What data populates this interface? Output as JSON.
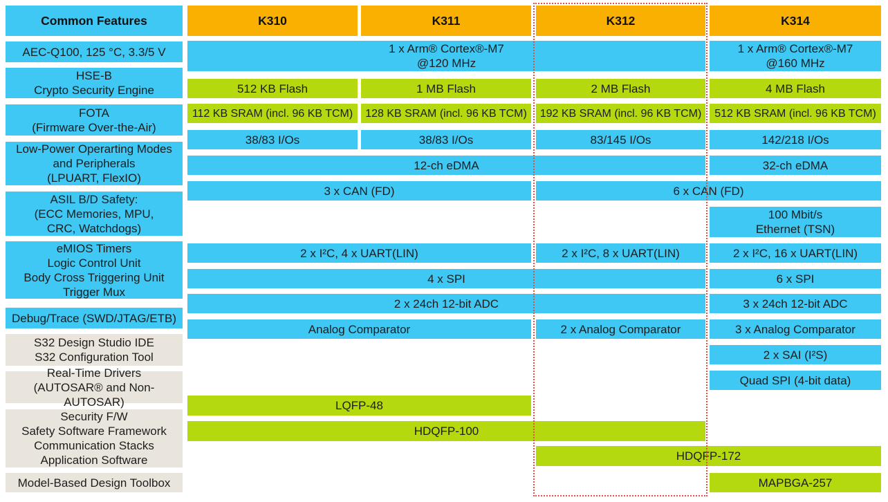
{
  "colors": {
    "cyan": "#3fc8f4",
    "orange": "#f9b000",
    "lime": "#b5d90f",
    "beige": "#eae5dc",
    "highlight_border": "#e0503f"
  },
  "corner": {
    "title": "Common Features"
  },
  "products": [
    {
      "label": "K310"
    },
    {
      "label": "K311"
    },
    {
      "label": "K312"
    },
    {
      "label": "K314"
    }
  ],
  "features": [
    {
      "lines": [
        "AEC-Q100, 125 °C, 3.3/5 V"
      ]
    },
    {
      "lines": [
        "HSE-B",
        "Crypto Security Engine"
      ]
    },
    {
      "lines": [
        "FOTA",
        "(Firmware Over-the-Air)"
      ]
    },
    {
      "lines": [
        "Low-Power Operarting Modes",
        "and Peripherals",
        "(LPUART, FlexIO)"
      ]
    },
    {
      "lines": [
        "ASIL B/D Safety:",
        "(ECC Memories, MPU,",
        "CRC, Watchdogs)"
      ]
    },
    {
      "lines": [
        "eMIOS Timers",
        "Logic Control Unit",
        "Body Cross Triggering Unit",
        "Trigger Mux"
      ]
    },
    {
      "lines": [
        "Debug/Trace (SWD/JTAG/ETB)"
      ]
    },
    {
      "lines": [
        "S32 Design Studio IDE",
        "S32 Configuration Tool"
      ]
    },
    {
      "lines": [
        "Real-Time Drivers",
        "(AUTOSAR® and Non-AUTOSAR)"
      ]
    },
    {
      "lines": [
        "Security F/W",
        "Safety Software Framework",
        "Communication Stacks",
        "Application Software"
      ]
    },
    {
      "lines": [
        "Model-Based Design Toolbox"
      ]
    }
  ],
  "specs": {
    "cortex_120": {
      "lines": [
        "1 x Arm® Cortex®-M7",
        "@120 MHz"
      ]
    },
    "cortex_160": {
      "lines": [
        "1 x Arm® Cortex®-M7",
        "@160 MHz"
      ]
    },
    "flash": [
      "512 KB Flash",
      "1 MB Flash",
      "2 MB Flash",
      "4 MB Flash"
    ],
    "sram": [
      "112 KB SRAM (incl. 96 KB TCM)",
      "128 KB SRAM (incl. 96 KB TCM)",
      "192 KB SRAM (incl. 96 KB TCM)",
      "512 KB SRAM (incl. 96 KB TCM)"
    ],
    "ios": [
      "38/83  I/Os",
      "38/83  I/Os",
      "83/145  I/Os",
      "142/218  I/Os"
    ],
    "edma_12": "12-ch eDMA",
    "edma_32": "32-ch eDMA",
    "can_3": "3 x CAN (FD)",
    "can_6": "6 x CAN (FD)",
    "ethernet": {
      "lines": [
        "100 Mbit/s",
        "Ethernet (TSN)"
      ]
    },
    "i2c_uart_4": "2 x I²C, 4 x UART(LIN)",
    "i2c_uart_8": "2 x I²C, 8 x UART(LIN)",
    "i2c_uart_16": "2 x I²C, 16 x UART(LIN)",
    "spi_4": "4 x SPI",
    "spi_6": "6 x SPI",
    "adc_2": "2 x 24ch 12-bit ADC",
    "adc_3": "3 x 24ch 12-bit ADC",
    "comparator_1": "Analog Comparator",
    "comparator_2": "2 x Analog Comparator",
    "comparator_3": "3 x Analog Comparator",
    "sai": "2 x SAI (I²S)",
    "quad_spi": "Quad SPI (4-bit data)",
    "pkg_lqfp48": "LQFP-48",
    "pkg_hdqfp100": "HDQFP-100",
    "pkg_hdqfp172": "HDQFP-172",
    "pkg_mapbga257": "MAPBGA-257"
  }
}
